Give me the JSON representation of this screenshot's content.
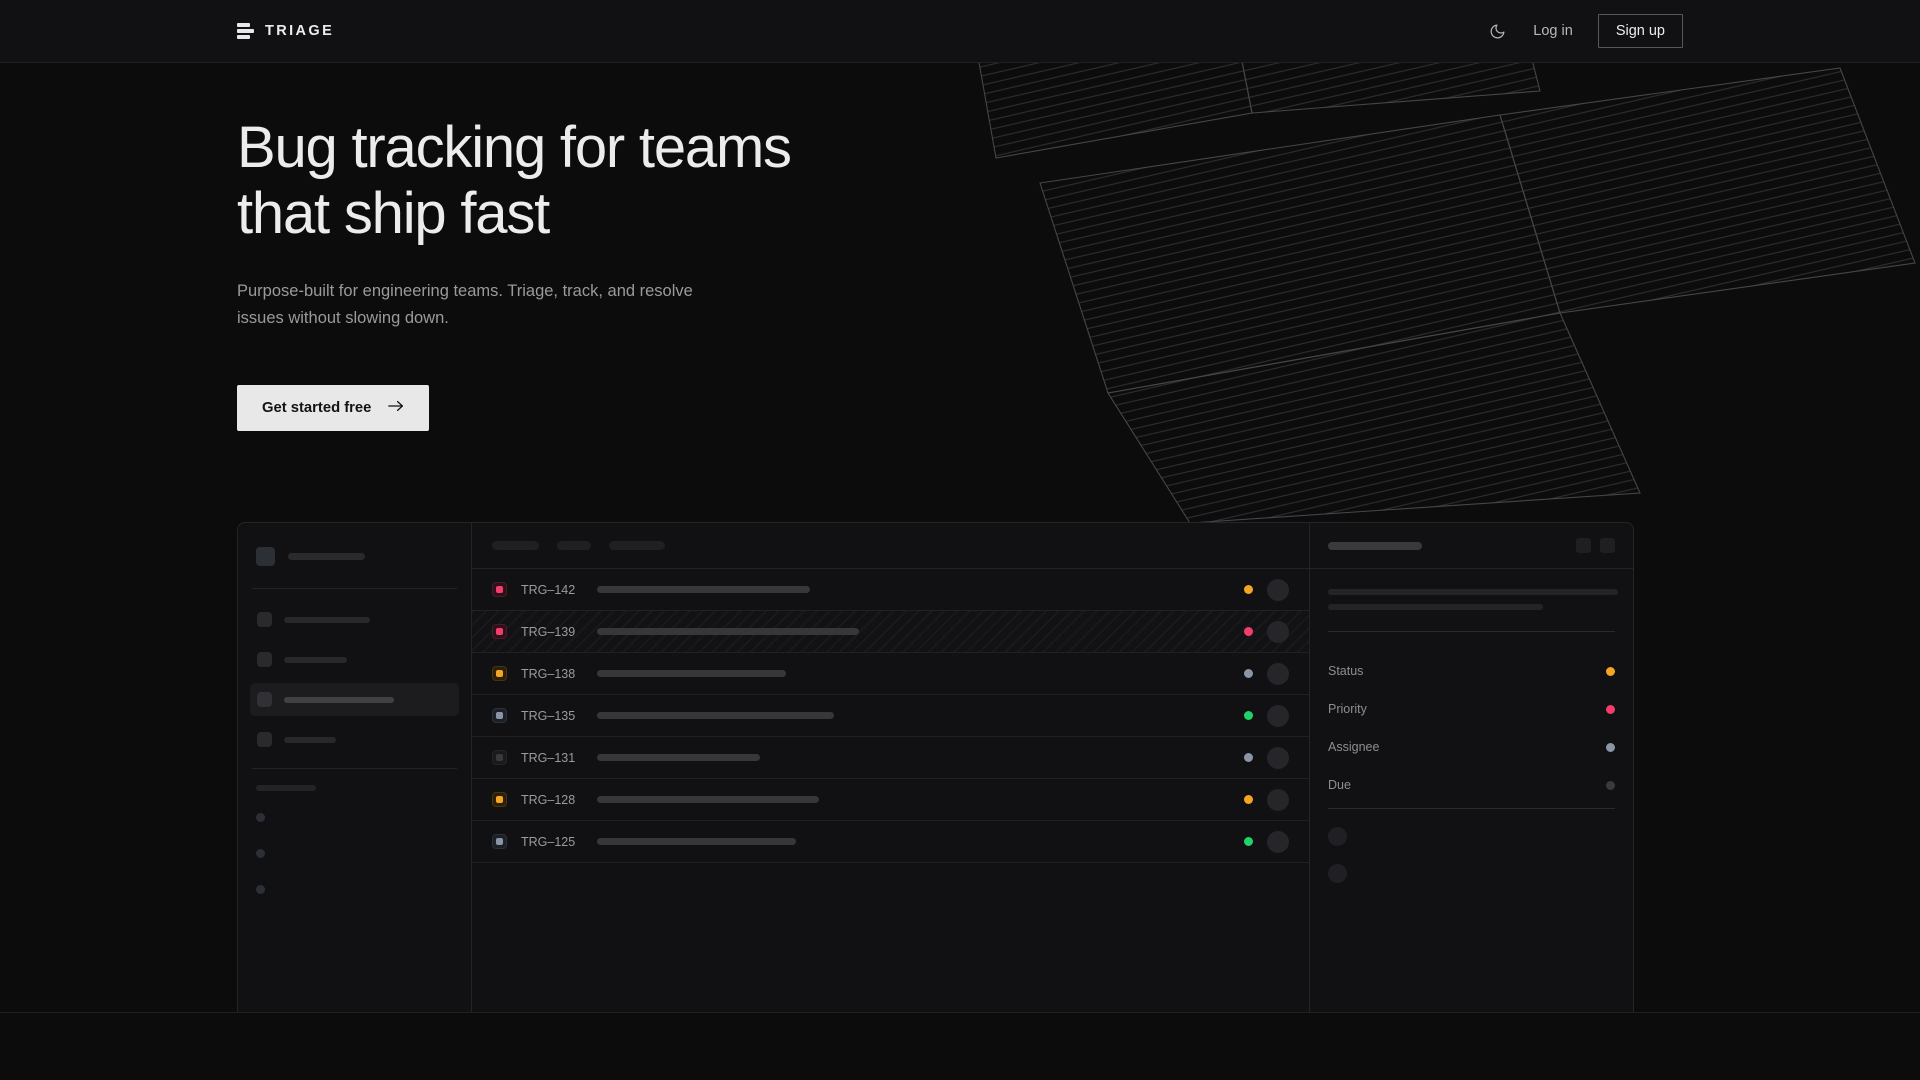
{
  "nav": {
    "logo_text": "TRIAGE",
    "logo_icon": "stacked-bars-icon",
    "theme_toggle_icon": "moon-icon",
    "login_label": "Log in",
    "signup_label": "Sign up"
  },
  "hero": {
    "heading_line1": "Bug tracking for teams",
    "heading_line2": "that ship fast",
    "subheading": "Purpose-built for engineering teams. Triage, track, and resolve issues without slowing down.",
    "cta_label": "Get started free",
    "cta_icon": "arrow-right-icon"
  },
  "colors": {
    "page_bg": "#0c0c0d",
    "nav_bg": "#111113",
    "panel_bg": "#111113",
    "border": "#252527",
    "text_primary": "#ececed",
    "text_muted": "#9a9a9e",
    "cta_bg": "#e8e8e8",
    "status_pink": "#f23d6d",
    "status_amber": "#f5a524",
    "status_green": "#21d366",
    "status_slate": "#8b95a6",
    "status_dim": "#3a3a3e"
  },
  "app_mockup": {
    "sidebar": {
      "workspace_logo": "workspace-avatar",
      "nav_items": [
        {
          "active": false,
          "label_width": 86
        },
        {
          "active": false,
          "label_width": 63
        },
        {
          "active": true,
          "label_width": 110
        },
        {
          "active": false,
          "label_width": 52
        }
      ],
      "project_dots": 3
    },
    "table": {
      "toolbar_pills": [
        47,
        34,
        56
      ],
      "rows": [
        {
          "id": "TRG–142",
          "chip": "pink",
          "title_width": 213,
          "dot": "amber",
          "hatched": false
        },
        {
          "id": "TRG–139",
          "chip": "pink",
          "title_width": 262,
          "dot": "pink",
          "hatched": true
        },
        {
          "id": "TRG–138",
          "chip": "amber",
          "title_width": 189,
          "dot": "slate",
          "hatched": false
        },
        {
          "id": "TRG–135",
          "chip": "slate",
          "title_width": 237,
          "dot": "green",
          "hatched": false
        },
        {
          "id": "TRG–131",
          "chip": "dim",
          "title_width": 163,
          "dot": "slate",
          "hatched": false
        },
        {
          "id": "TRG–128",
          "chip": "amber",
          "title_width": 222,
          "dot": "amber",
          "hatched": false
        },
        {
          "id": "TRG–125",
          "chip": "slate",
          "title_width": 199,
          "dot": "green",
          "hatched": false
        }
      ]
    },
    "detail_panel": {
      "header_buttons": 2,
      "body_lines": [
        290,
        215
      ],
      "meta": [
        {
          "label": "Status",
          "dot": "amber"
        },
        {
          "label": "Priority",
          "dot": "pink"
        },
        {
          "label": "Assignee",
          "dot": "slate"
        },
        {
          "label": "Due",
          "dot": "dim"
        }
      ],
      "comment_avatars": 2
    }
  }
}
